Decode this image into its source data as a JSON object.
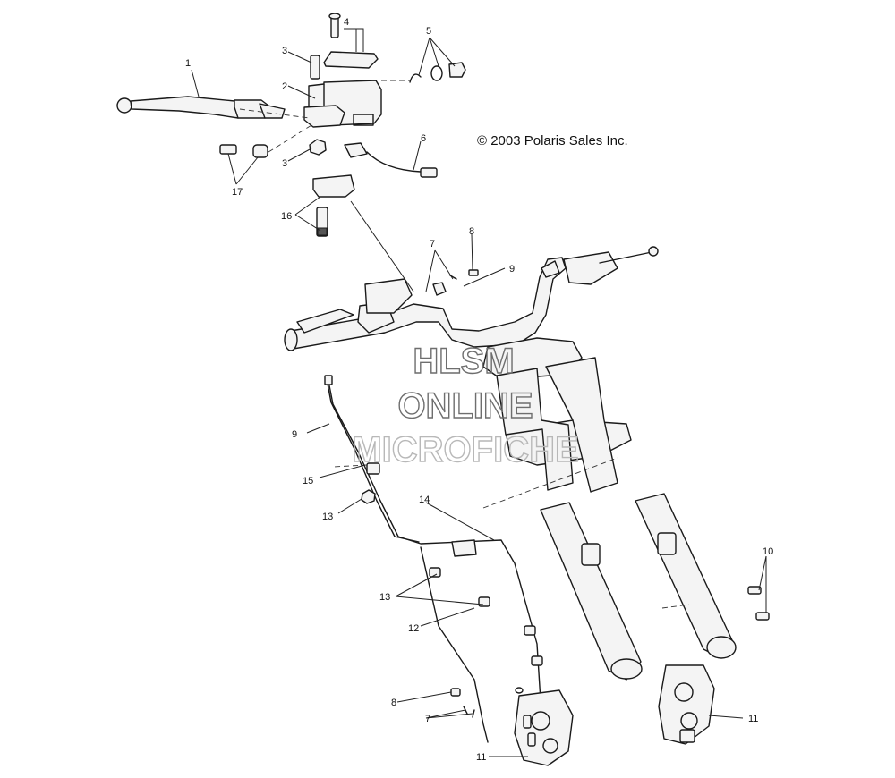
{
  "copyright": "© 2003 Polaris Sales Inc.",
  "watermark": {
    "line1": "HLSM",
    "line2": "ONLINE",
    "line3": "MICROFICHE"
  },
  "callouts": {
    "c1": "1",
    "c2": "2",
    "c3a": "3",
    "c3b": "3",
    "c4": "4",
    "c5": "5",
    "c6": "6",
    "c7a": "7",
    "c7b": "7",
    "c8a": "8",
    "c8b": "8",
    "c9a": "9",
    "c9b": "9",
    "c10": "10",
    "c11a": "11",
    "c11b": "11",
    "c12": "12",
    "c13a": "13",
    "c13b": "13",
    "c14": "14",
    "c15": "15",
    "c16": "16",
    "c17": "17"
  },
  "icons": {
    "master-cylinder": "exploded brake master cylinder assembly",
    "handlebar": "handlebar with controls",
    "front-fork": "front suspension fork pair",
    "brake-line": "brake hose line",
    "caliper": "brake caliper"
  }
}
